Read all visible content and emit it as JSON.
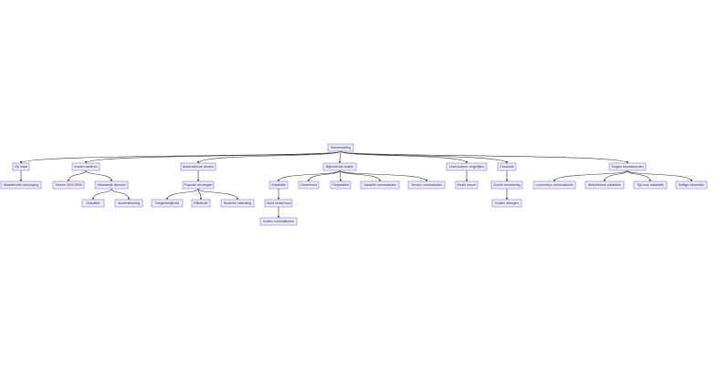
{
  "diagram": {
    "type": "mindmap-tree",
    "nodes": {
      "root": "Samenvatting",
      "op_maat": "Op maat",
      "waardevol": "Waardevolle toevoeging",
      "kosten": "Kosten variëren",
      "tussen": "Tussen 3000-5000",
      "afhankelijk": "Afhankelijk factoren",
      "glasdikte": "Glasdikte",
      "automatisering": "Automatisering",
      "autodeuren": "Automatische deuren",
      "populair": "Populair vervangen",
      "toegankelijkheid": "Toegankelijkheid",
      "efficientie": "Efficiëntie",
      "moderne": "Moderne uitstraling",
      "bijkomend": "Bijkomende kosten",
      "installatie": "Installatie",
      "goed_onderhoud": "Goed onderhoud",
      "minimaliseren": "Kosten minimaliseren",
      "onderhoud": "Onderhoud",
      "reparaties": "Reparaties",
      "garantie": "Garantie voorwaarden",
      "service": "Service voorwaarden",
      "leveranciers": "Leveranciers vergelijken",
      "beste": "Beste keuze",
      "conclusie": "Conclusie",
      "investering": "Goede investering",
      "afwegen": "Kosten afwegen",
      "vragen": "Vragen beantwoorden",
      "levensduur": "Levensduur automatische",
      "subsidies": "Beschikbare subsidies",
      "tijd": "Tijd voor installatie",
      "nuttig": "Nuttige informatie"
    },
    "edges": [
      [
        "root",
        "op_maat"
      ],
      [
        "root",
        "kosten"
      ],
      [
        "root",
        "autodeuren"
      ],
      [
        "root",
        "bijkomend"
      ],
      [
        "root",
        "leveranciers"
      ],
      [
        "root",
        "conclusie"
      ],
      [
        "root",
        "vragen"
      ],
      [
        "op_maat",
        "waardevol"
      ],
      [
        "kosten",
        "tussen"
      ],
      [
        "kosten",
        "afhankelijk"
      ],
      [
        "afhankelijk",
        "glasdikte"
      ],
      [
        "afhankelijk",
        "automatisering"
      ],
      [
        "autodeuren",
        "populair"
      ],
      [
        "populair",
        "toegankelijkheid"
      ],
      [
        "populair",
        "efficientie"
      ],
      [
        "populair",
        "moderne"
      ],
      [
        "bijkomend",
        "installatie"
      ],
      [
        "bijkomend",
        "onderhoud"
      ],
      [
        "bijkomend",
        "reparaties"
      ],
      [
        "bijkomend",
        "garantie"
      ],
      [
        "bijkomend",
        "service"
      ],
      [
        "installatie",
        "goed_onderhoud"
      ],
      [
        "goed_onderhoud",
        "minimaliseren"
      ],
      [
        "leveranciers",
        "beste"
      ],
      [
        "conclusie",
        "investering"
      ],
      [
        "investering",
        "afwegen"
      ],
      [
        "vragen",
        "levensduur"
      ],
      [
        "vragen",
        "subsidies"
      ],
      [
        "vragen",
        "tijd"
      ],
      [
        "vragen",
        "nuttig"
      ]
    ]
  }
}
